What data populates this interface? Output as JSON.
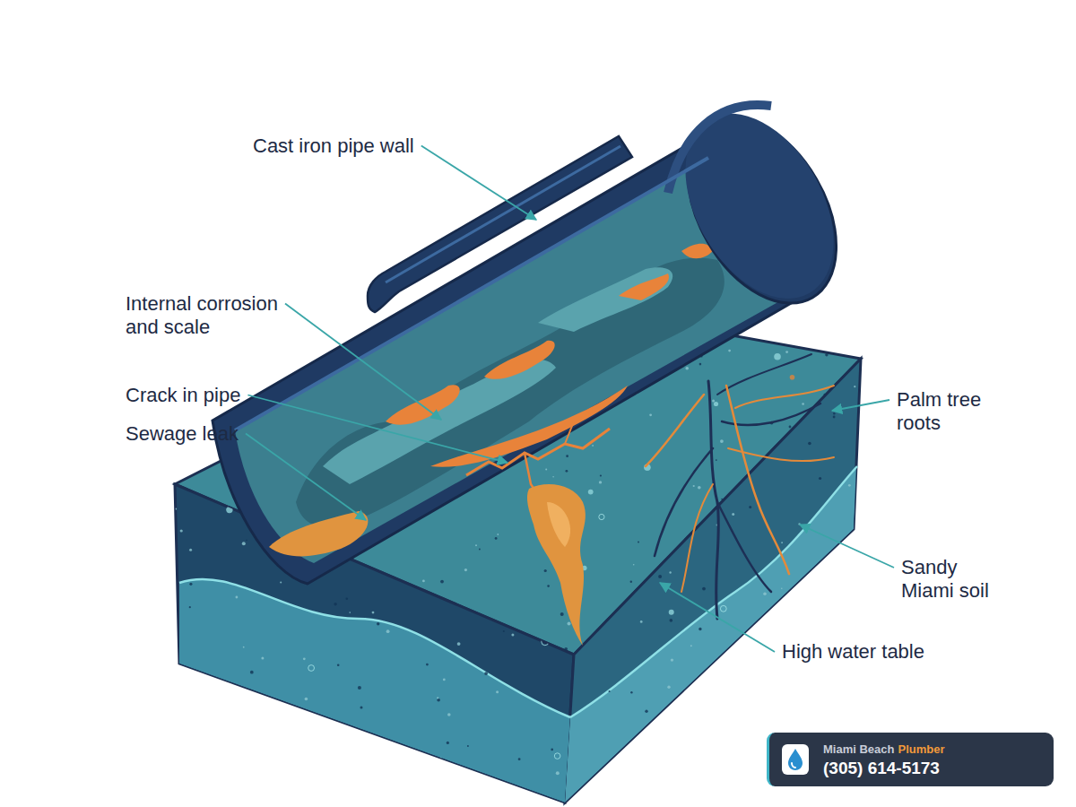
{
  "diagram": {
    "nodes": [
      {
        "text": [
          "Miami Beach",
          "Plumber",
          "(305) 614-5173"
        ]
      }
    ],
    "labels": [
      "Cast iron pipe wall",
      "Internal corrosion and scale",
      "Crack in pipe",
      "Sewage leak",
      "Palm tree roots",
      "Sandy Miami soil",
      "High water table"
    ]
  }
}
